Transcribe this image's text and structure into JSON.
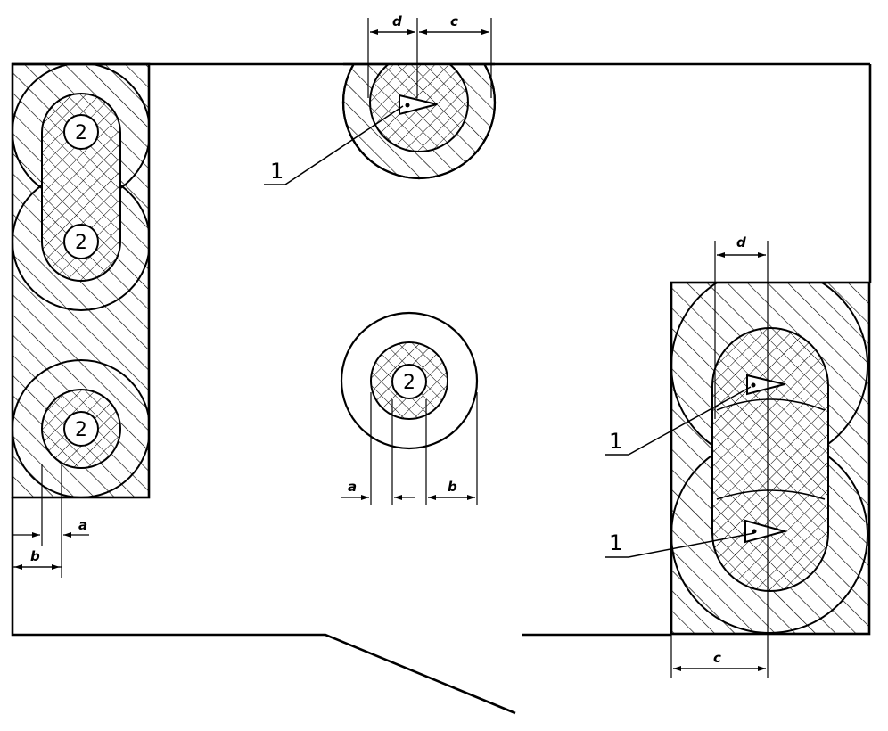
{
  "labels": {
    "zone_marker": "2",
    "pointer_label": "1",
    "dim_a": "a",
    "dim_b": "b",
    "dim_c": "c",
    "dim_d": "d"
  },
  "colors": {
    "ink": "#000000",
    "paper": "#ffffff"
  }
}
